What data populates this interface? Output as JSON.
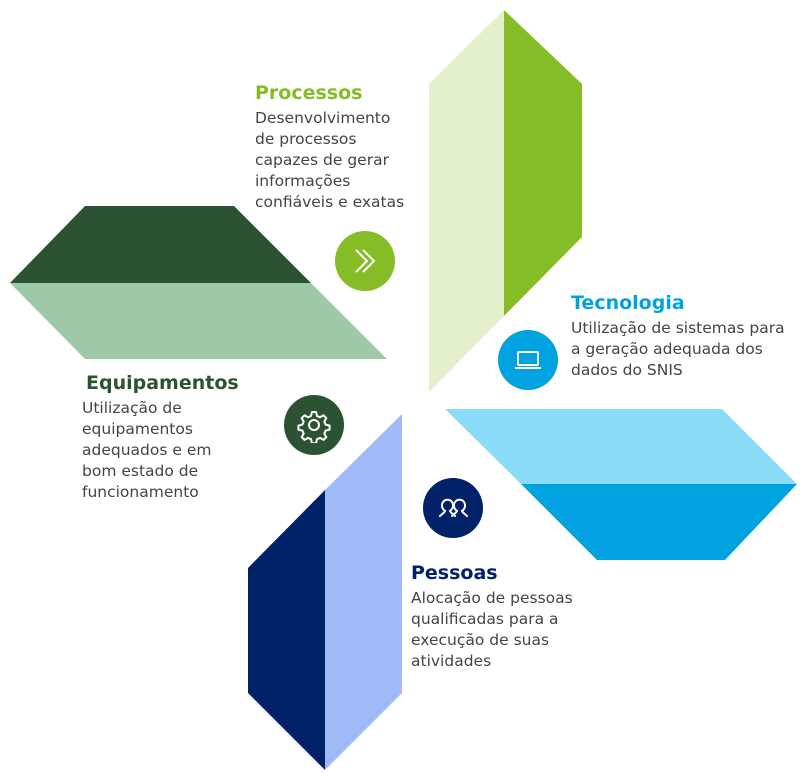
{
  "colors": {
    "processos_dark": "#86bc25",
    "processos_light": "#e2f0cb",
    "tecnologia_dark": "#00a3e0",
    "tecnologia_light": "#8adcf8",
    "pessoas_dark": "#012169",
    "pessoas_light": "#a0b9f7",
    "equipamentos_dark": "#2c5234",
    "equipamentos_light": "#9ec9a8",
    "processos_title": "#86bc25",
    "tecnologia_title": "#00a3e0",
    "pessoas_title": "#012169",
    "equipamentos_title": "#2c5234"
  },
  "items": {
    "processos": {
      "title": "Processos",
      "description": "Desenvolvimento\nde processos\ncapazes de gerar\ninformações\nconfiáveis e exatas",
      "icon": "double-chevron-right-icon"
    },
    "tecnologia": {
      "title": "Tecnologia",
      "description": "Utilização de sistemas para\na geração adequada dos\ndados do SNIS",
      "icon": "laptop-icon"
    },
    "equipamentos": {
      "title": "Equipamentos",
      "description": "Utilização de\nequipamentos\nadequados e em\nbom estado de\nfuncionamento",
      "icon": "gear-icon"
    },
    "pessoas": {
      "title": "Pessoas",
      "description": "Alocação de pessoas\nqualificadas para a\nexecução de suas\natividades",
      "icon": "people-icon"
    }
  }
}
